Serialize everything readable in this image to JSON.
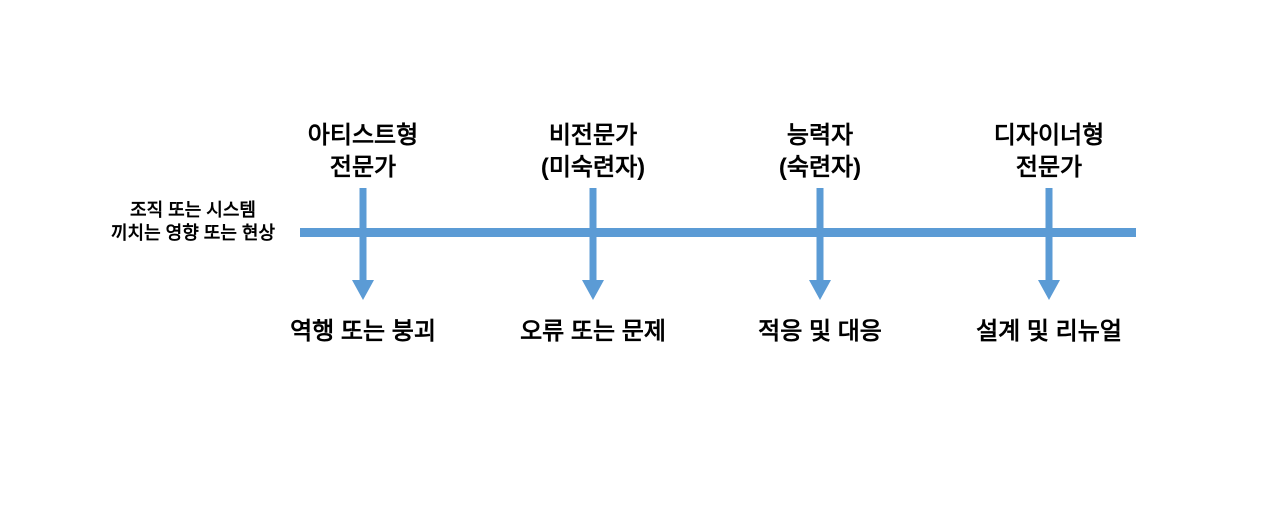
{
  "diagram": {
    "background_color": "#ffffff",
    "accent_color": "#5B9BD5",
    "text_color": "#000000",
    "axis_label": {
      "line1": "조직 또는 시스템",
      "line2": "끼치는 영향 또는 현상"
    },
    "columns": [
      {
        "title_line1": "아티스트형",
        "title_line2": "전문가",
        "effect": "역행 또는 붕괴"
      },
      {
        "title_line1": "비전문가",
        "title_line2": "(미숙련자)",
        "effect": "오류 또는 문제"
      },
      {
        "title_line1": "능력자",
        "title_line2": "(숙련자)",
        "effect": "적응 및 대응"
      },
      {
        "title_line1": "디자이너형",
        "title_line2": "전문가",
        "effect": "설계 및 리뉴얼"
      }
    ]
  }
}
